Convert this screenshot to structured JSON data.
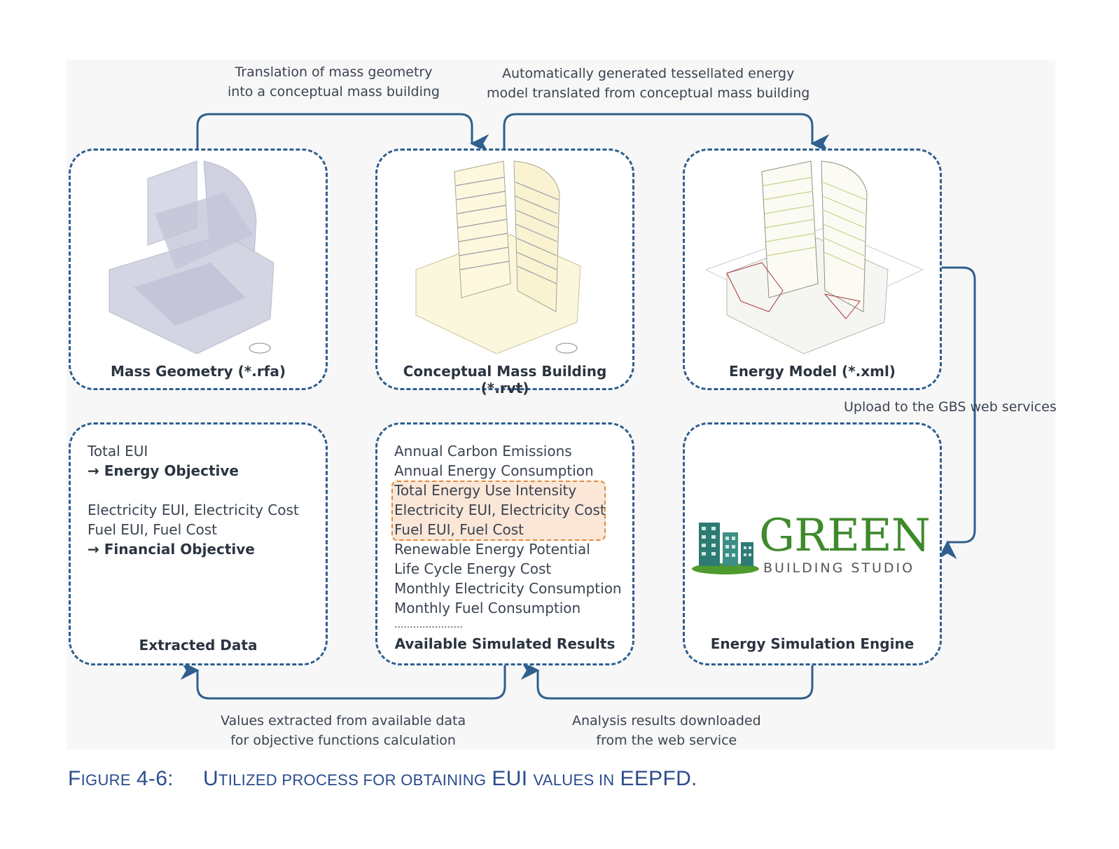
{
  "flows": {
    "top_left": [
      "Translation of  mass geometry",
      "into a conceptual mass building"
    ],
    "top_right": [
      "Automatically generated tessellated energy",
      "model translated from conceptual mass building"
    ],
    "right": "Upload to the GBS web services",
    "bottom_left": [
      "Values extracted from available data",
      "for objective functions calculation"
    ],
    "bottom_right": [
      "Analysis results downloaded",
      "from the web service"
    ]
  },
  "boxes": {
    "mass_geometry": {
      "title": "Mass Geometry (*.rfa)"
    },
    "conceptual_mass": {
      "title": "Conceptual Mass Building (*.rvt)"
    },
    "energy_model": {
      "title": "Energy Model (*.xml)"
    },
    "extracted_data": {
      "title": "Extracted Data",
      "line1": "Total EUI",
      "objective1": "Energy Objective",
      "line2": "Electricity EUI, Electricity Cost",
      "line3": "Fuel EUI, Fuel Cost",
      "objective2": "Financial Objective"
    },
    "simulated_results": {
      "title": "Available Simulated Results",
      "items": [
        "Annual Carbon Emissions",
        "Annual Energy Consumption",
        "Total Energy Use Intensity",
        "Electricity EUI, Electricity Cost",
        "Fuel EUI, Fuel Cost",
        "Renewable Energy Potential",
        "Life Cycle Energy Cost",
        "Monthly Electricity Consumption",
        "Monthly Fuel Consumption"
      ],
      "ellipsis": "......................"
    },
    "simulation_engine": {
      "title": "Energy Simulation Engine",
      "logo_word": "GREEN",
      "logo_sub": "BUILDING STUDIO"
    }
  },
  "caption": {
    "label_F": "F",
    "label_rest": "IGURE",
    "number": "4-6:",
    "text_U": "U",
    "text_1": "TILIZED PROCESS FOR OBTAINING",
    "eui": "EUI",
    "text_2": "VALUES IN",
    "eepfd": "EEPFD."
  },
  "colors": {
    "arrow": "#2f5f8e",
    "highlight_border": "#e08a3c",
    "highlight_fill": "#fbe7d8",
    "caption": "#2a4b8d",
    "logo_green": "#3f8a2b"
  }
}
